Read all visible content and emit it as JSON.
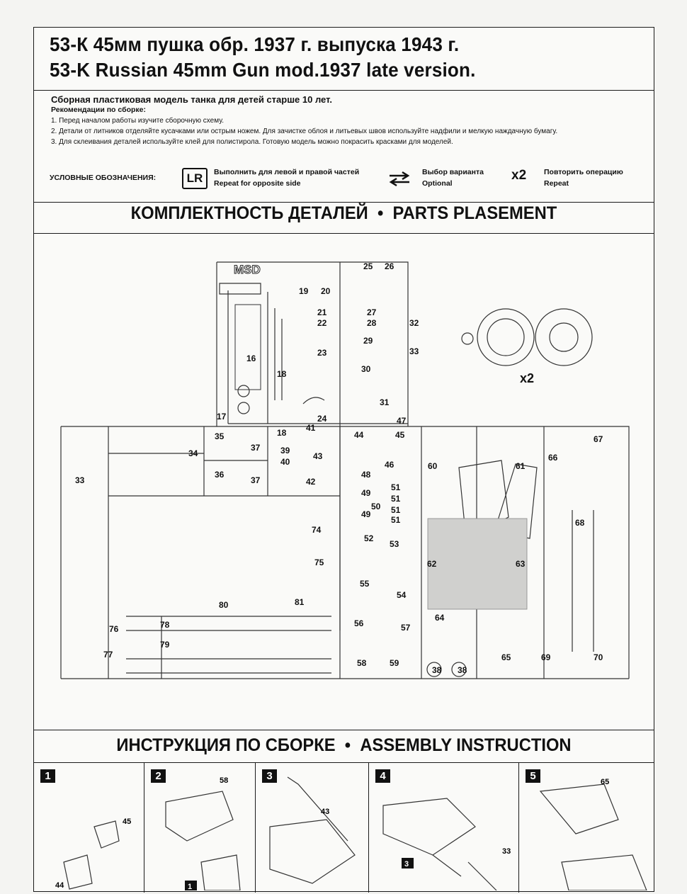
{
  "header": {
    "title_ru": "53-К 45мм пушка обр. 1937 г. выпуска 1943 г.",
    "title_en": "53-K Russian 45mm Gun mod.1937 late version."
  },
  "recommendations": {
    "heading": "Сборная пластиковая модель танка для детей старше 10 лет.",
    "subheading": "Рекомендации по сборке:",
    "items": [
      "1. Перед началом работы изучите сборочную схему.",
      "2. Детали от литников отделяйте кусачками или острым ножем. Для зачистке облоя и литьевых швов используйте надфили и мелкую наждачную бумагу.",
      "3. Для склеивания деталей используйте клей для полистирола. Готовую модель можно покрасить красками для моделей."
    ]
  },
  "legend": {
    "label": "УСЛОВНЫЕ ОБОЗНАЧЕНИЯ:",
    "lr_symbol": "LR",
    "lr_ru": "Выполнить для левой и правой частей",
    "lr_en": "Repeat for opposite side",
    "optional_ru": "Выбор варианта",
    "optional_en": "Optional",
    "x2_symbol": "x2",
    "repeat_ru": "Повторить операцию",
    "repeat_en": "Repeat"
  },
  "parts_section": {
    "title_ru": "КОМПЛЕКТНОСТЬ ДЕТАЛЕЙ",
    "bullet": "•",
    "title_en": "PARTS PLASEMENT",
    "brand": "MSD",
    "wheel_multiplier": "x2",
    "part_numbers": [
      "16",
      "17",
      "18",
      "18",
      "19",
      "20",
      "21",
      "22",
      "23",
      "24",
      "25",
      "26",
      "27",
      "28",
      "29",
      "30",
      "31",
      "32",
      "33",
      "33",
      "34",
      "35",
      "36",
      "37",
      "37",
      "38",
      "38",
      "39",
      "40",
      "41",
      "42",
      "43",
      "44",
      "45",
      "46",
      "47",
      "48",
      "49",
      "49",
      "50",
      "51",
      "51",
      "51",
      "51",
      "52",
      "53",
      "54",
      "55",
      "56",
      "57",
      "58",
      "59",
      "60",
      "61",
      "62",
      "63",
      "64",
      "65",
      "66",
      "67",
      "68",
      "69",
      "70",
      "74",
      "75",
      "76",
      "77",
      "78",
      "79",
      "80",
      "81"
    ]
  },
  "assembly_section": {
    "title_ru": "ИНСТРУКЦИЯ ПО СБОРКЕ",
    "bullet": "•",
    "title_en": "ASSEMBLY INSTRUCTION",
    "steps": [
      {
        "number": "1",
        "labels": [
          "45",
          "44"
        ]
      },
      {
        "number": "2",
        "labels": [
          "58",
          "1"
        ]
      },
      {
        "number": "3",
        "labels": [
          "43"
        ]
      },
      {
        "number": "4",
        "labels": [
          "33",
          "3"
        ]
      },
      {
        "number": "5",
        "labels": [
          "65"
        ]
      }
    ]
  }
}
